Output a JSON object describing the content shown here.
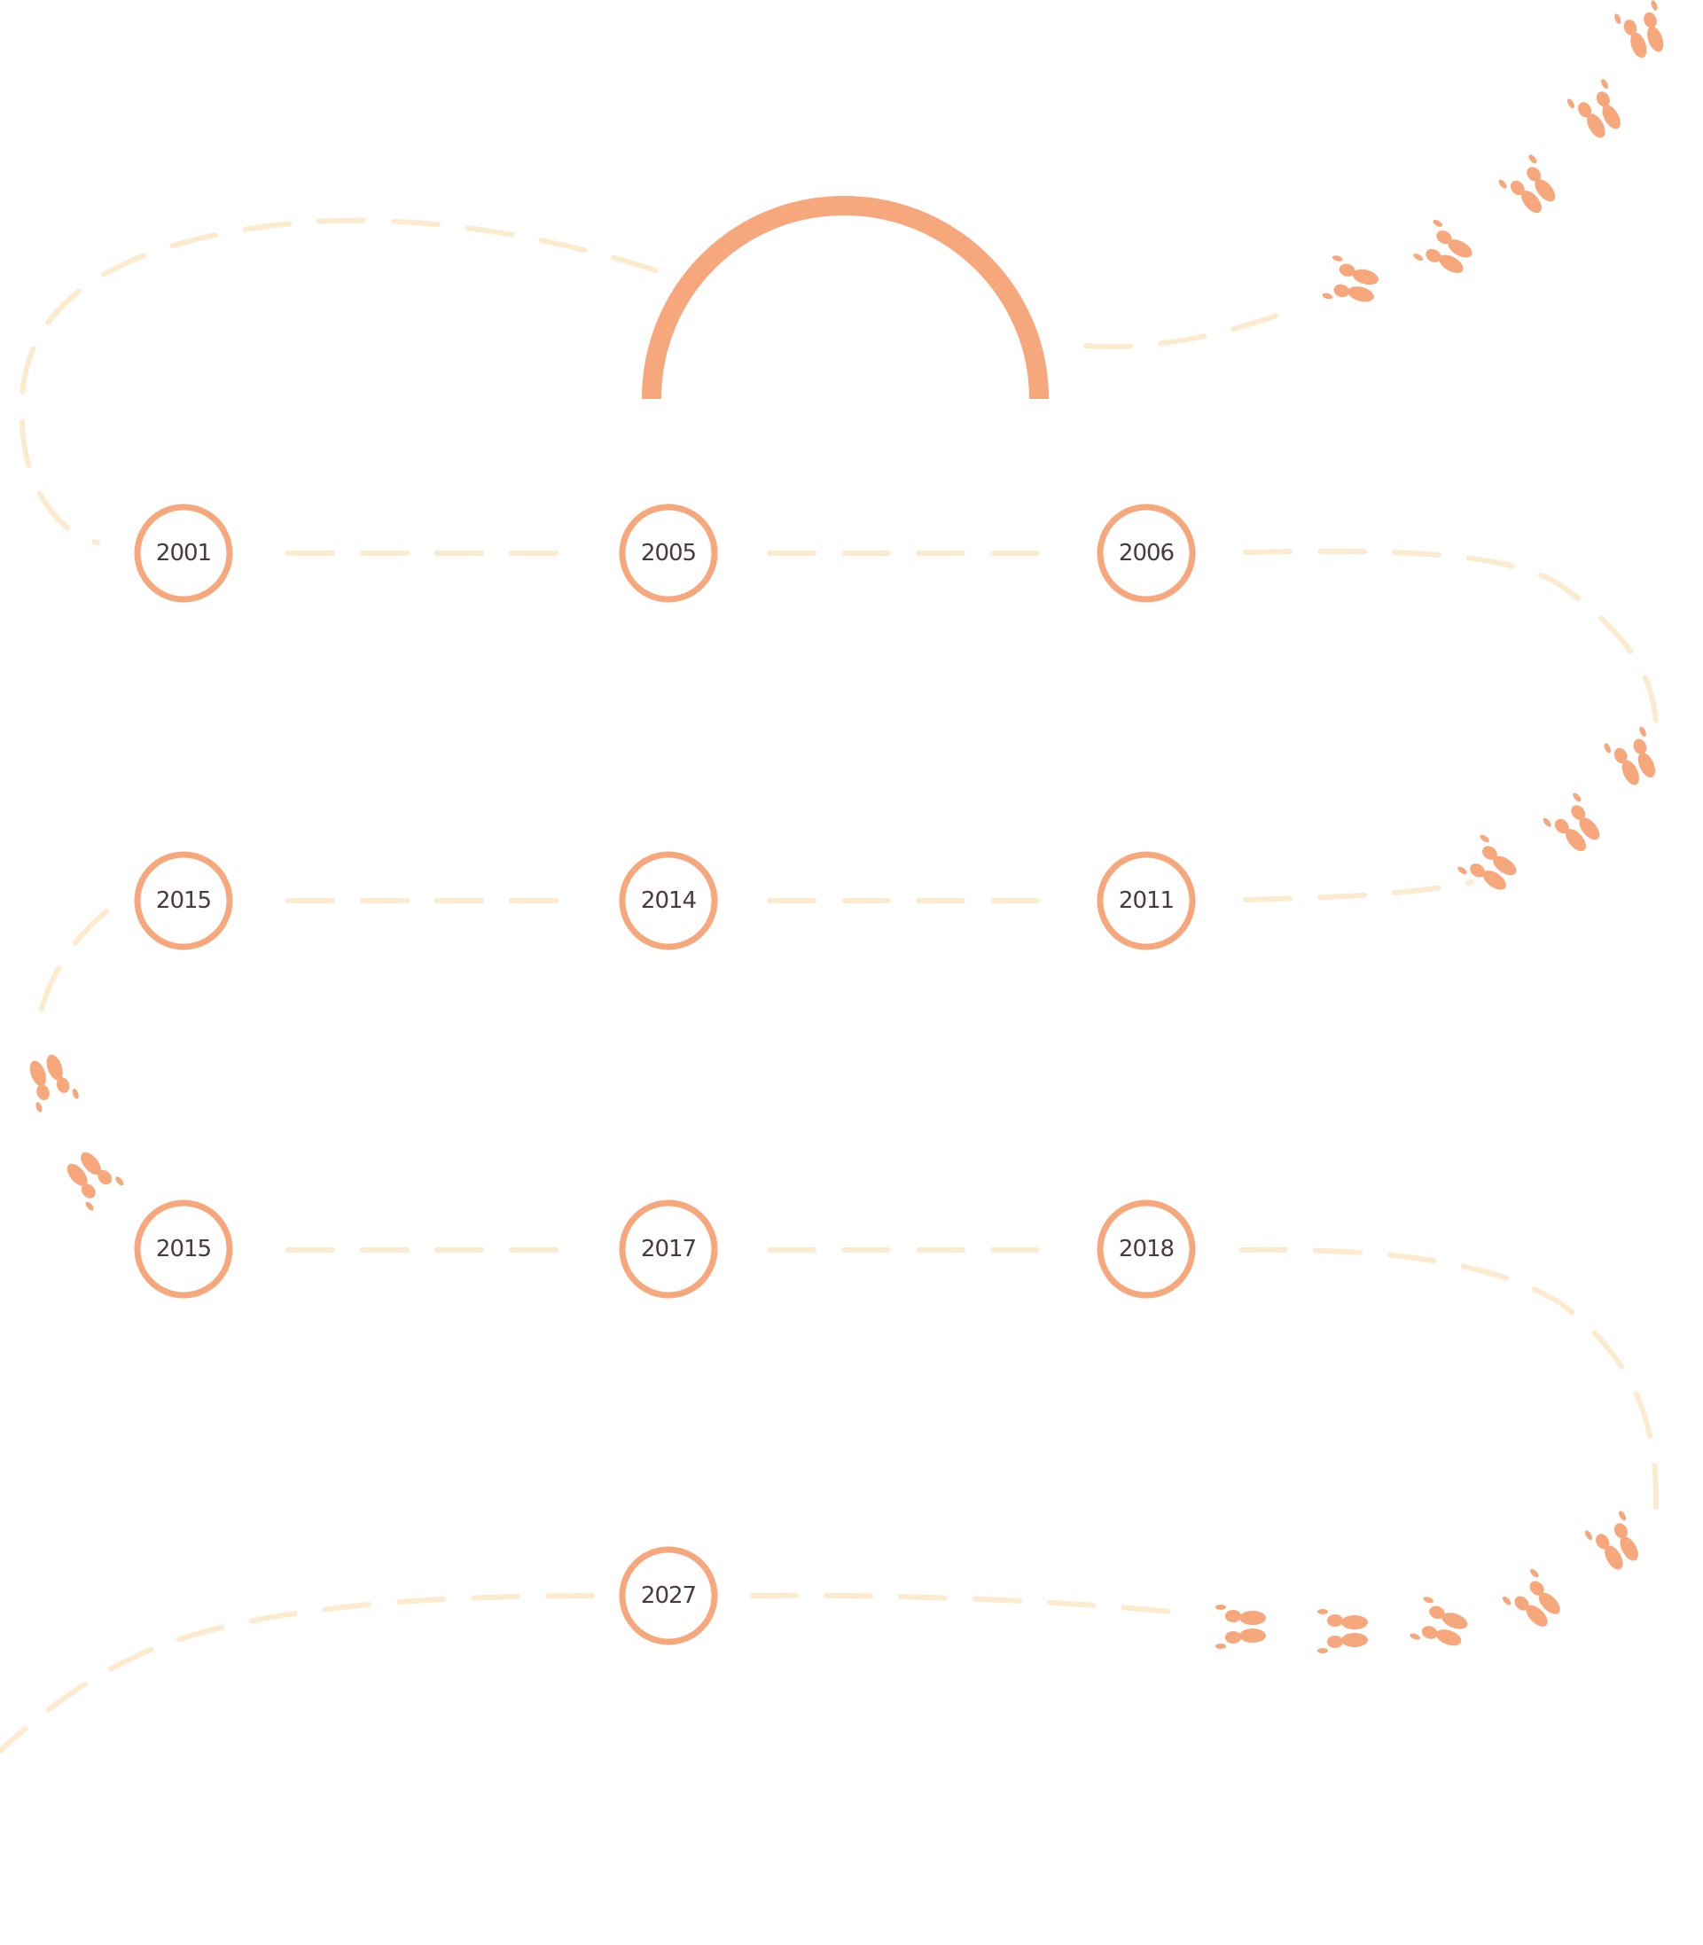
{
  "colors": {
    "accent": "#F7A77C",
    "path": "#FDEBD0",
    "label": "#4A3B3B",
    "background": "#FFFFFF"
  },
  "timeline": {
    "rows": [
      {
        "years": [
          "2001",
          "2005",
          "2006"
        ]
      },
      {
        "years": [
          "2015",
          "2014",
          "2011"
        ]
      },
      {
        "years": [
          "2015",
          "2017",
          "2018"
        ]
      },
      {
        "years": [
          "2027"
        ]
      }
    ]
  },
  "decorations": {
    "top_arch": "arch",
    "footprint_icon": "paw-print-icon"
  }
}
